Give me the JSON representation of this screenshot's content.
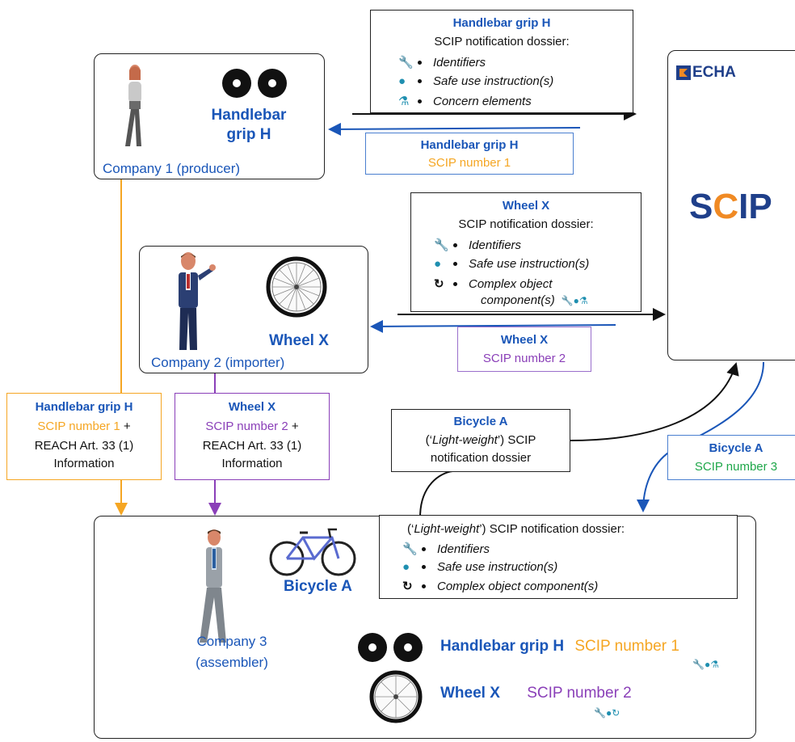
{
  "colors": {
    "blue": "#1a56b8",
    "orange": "#f5a623",
    "purple": "#8a3fb8",
    "green": "#1fa74a",
    "echa_teal": "#1f8fb0",
    "echa_orange": "#f08a24"
  },
  "company1": {
    "product": "Handlebar grip H",
    "label": "Company 1 (producer)"
  },
  "company2": {
    "product": "Wheel X",
    "label": "Company 2 (importer)"
  },
  "company3": {
    "product": "Bicycle A",
    "label_line1": "Company 3",
    "label_line2": "(assembler)"
  },
  "dossier1": {
    "title": "Handlebar grip H",
    "heading": "SCIP notification dossier:",
    "items": [
      "Identifiers",
      "Safe use instruction(s)",
      "Concern elements"
    ]
  },
  "reply1": {
    "title": "Handlebar grip H",
    "scip": "SCIP number 1"
  },
  "dossier2": {
    "title": "Wheel X",
    "heading": "SCIP notification dossier:",
    "items": [
      "Identifiers",
      "Safe use instruction(s)",
      "Complex object",
      "component(s)"
    ]
  },
  "reply2": {
    "title": "Wheel X",
    "scip": "SCIP number 2"
  },
  "echa": {
    "logo_text": "ECHA",
    "scip_text_a": "S",
    "scip_text_c": "C",
    "scip_text_b": "IP"
  },
  "info1": {
    "title": "Handlebar grip H",
    "scip": "SCIP number 1",
    "plus": " +",
    "line3": "REACH Art. 33 (1)",
    "line4": "Information"
  },
  "info2": {
    "title": "Wheel X",
    "scip": "SCIP number 2",
    "plus": " +",
    "line3": "REACH Art. 33 (1)",
    "line4": "Information"
  },
  "dossier3": {
    "title": "Bicycle A",
    "line2_pre": "(‘",
    "line2_it": "Light-weight",
    "line2_post": "’) SCIP",
    "line3": "notification dossier"
  },
  "reply3": {
    "title": "Bicycle A",
    "scip": "SCIP number 3"
  },
  "inner_dossier": {
    "heading_pre": "(‘",
    "heading_it": "Light-weight",
    "heading_post": "’) SCIP notification dossier:",
    "items": [
      "Identifiers",
      "Safe use instruction(s)",
      "Complex object component(s)"
    ]
  },
  "component1": {
    "name": "Handlebar grip H",
    "scip": "SCIP number 1"
  },
  "component2": {
    "name": "Wheel X",
    "scip": "SCIP number 2"
  }
}
